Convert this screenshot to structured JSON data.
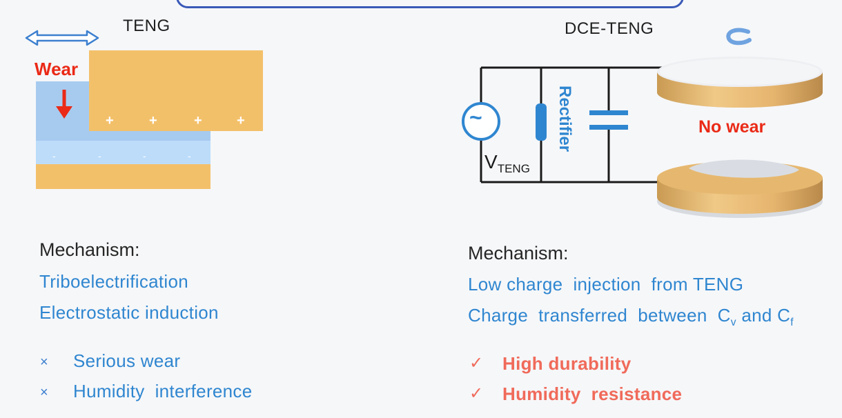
{
  "left": {
    "title": "TENG",
    "wear_label": "Wear",
    "plus_signs": [
      "+",
      "+",
      "+",
      "+"
    ],
    "minus_signs": [
      "-",
      "-",
      "-",
      "-"
    ],
    "mechanism_heading": "Mechanism:",
    "mechanisms": [
      "Triboelectrification",
      "Electrostatic induction"
    ],
    "drawback_mark": "×",
    "drawbacks": [
      "Serious wear",
      "Humidity  interference"
    ]
  },
  "right": {
    "title": "DCE-TENG",
    "source_symbol": "~",
    "vteng_main": "V",
    "vteng_sub": "TENG",
    "rectifier_label": "Rectifier",
    "no_wear_label": "No wear",
    "mechanism_heading": "Mechanism:",
    "mechanism_1": "Low charge  injection  from TENG",
    "mechanism_2_prefix": "Charge  transferred  between  C",
    "mechanism_2_sub1": "v",
    "mechanism_2_mid": " and C",
    "mechanism_2_sub2": "f",
    "benefit_mark": "✓",
    "benefits": [
      "High durability",
      "Humidity  resistance"
    ]
  },
  "colors": {
    "accent_blue": "#2f86d0",
    "warning_red": "#ea2a17",
    "benefit_red": "#f06a5a",
    "gold": "#f3c06a",
    "light_blue": "#a7cbef",
    "frame_blue": "#3a5ab8"
  }
}
